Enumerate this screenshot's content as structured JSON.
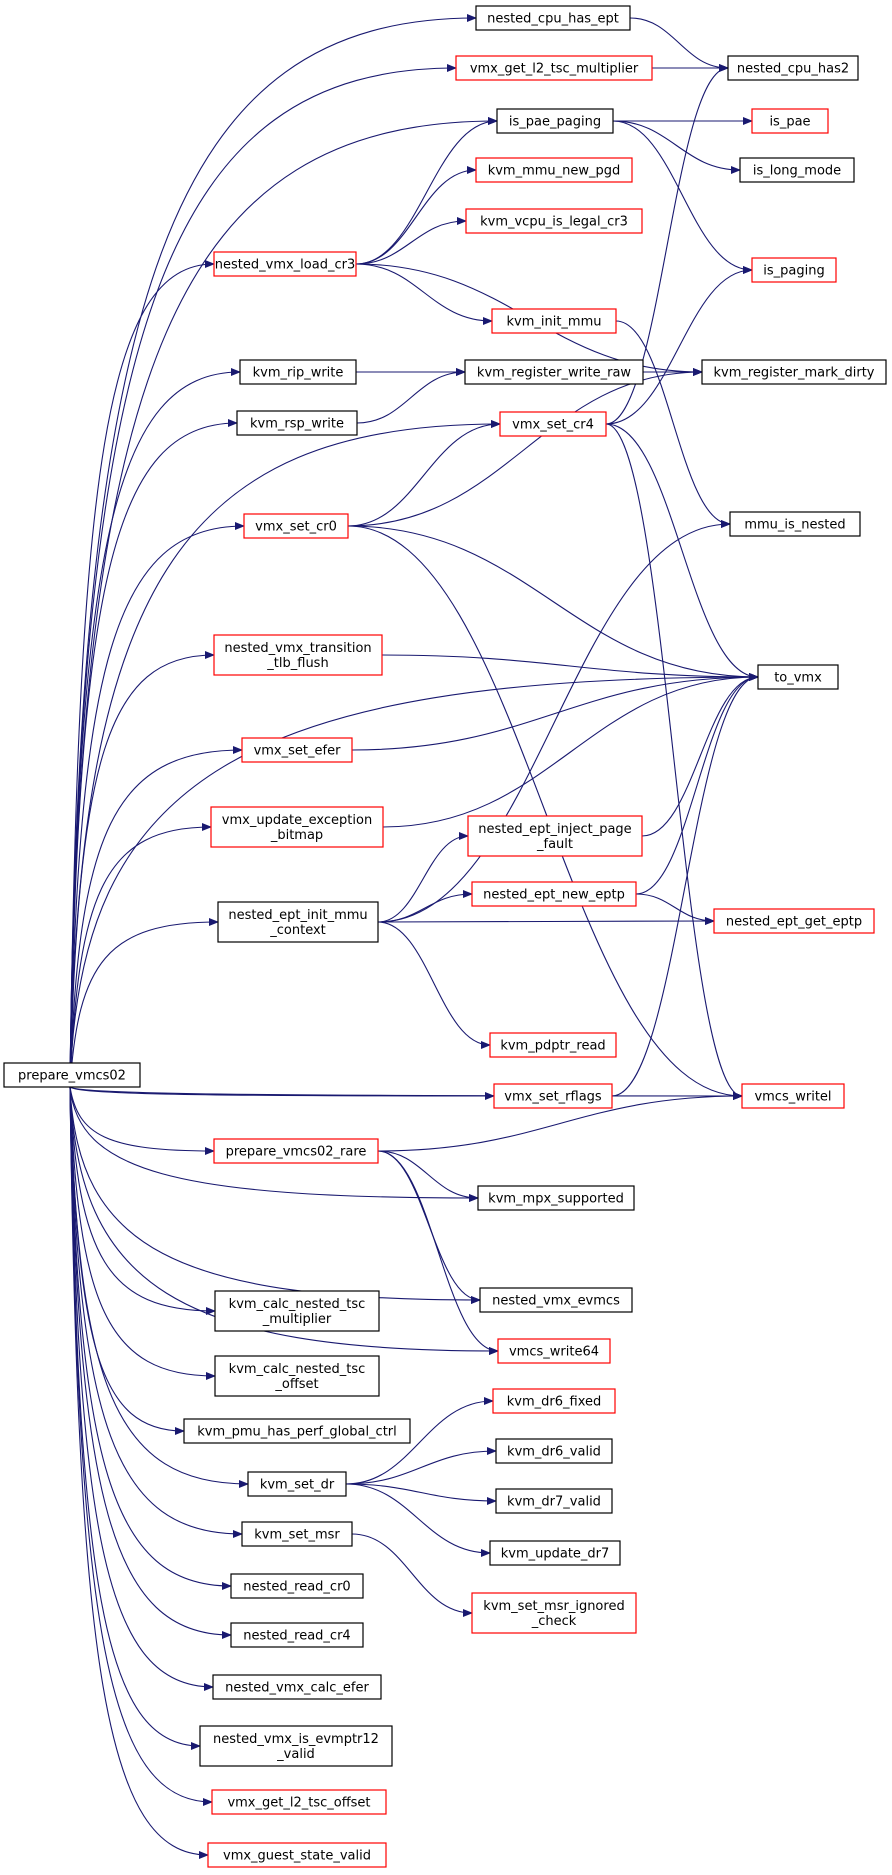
{
  "colors": {
    "edge": "#191970",
    "black_border": "#000000",
    "red_border": "#ff0000",
    "root_fill": "#bfbfbf"
  },
  "graph": {
    "root": "prepare_vmcs02",
    "nodes": [
      {
        "id": "prepare_vmcs02",
        "lines": [
          "prepare_vmcs02"
        ],
        "border": "black",
        "root": true
      },
      {
        "id": "nested_cpu_has_ept",
        "lines": [
          "nested_cpu_has_ept"
        ],
        "border": "black"
      },
      {
        "id": "vmx_get_l2_tsc_multiplier",
        "lines": [
          "vmx_get_l2_tsc_multiplier"
        ],
        "border": "red"
      },
      {
        "id": "is_pae_paging",
        "lines": [
          "is_pae_paging"
        ],
        "border": "black"
      },
      {
        "id": "kvm_mmu_new_pgd",
        "lines": [
          "kvm_mmu_new_pgd"
        ],
        "border": "red"
      },
      {
        "id": "kvm_vcpu_is_legal_cr3",
        "lines": [
          "kvm_vcpu_is_legal_cr3"
        ],
        "border": "red"
      },
      {
        "id": "nested_vmx_load_cr3",
        "lines": [
          "nested_vmx_load_cr3"
        ],
        "border": "red"
      },
      {
        "id": "kvm_init_mmu",
        "lines": [
          "kvm_init_mmu"
        ],
        "border": "red"
      },
      {
        "id": "kvm_rip_write",
        "lines": [
          "kvm_rip_write"
        ],
        "border": "black"
      },
      {
        "id": "kvm_register_write_raw",
        "lines": [
          "kvm_register_write_raw"
        ],
        "border": "black"
      },
      {
        "id": "kvm_rsp_write",
        "lines": [
          "kvm_rsp_write"
        ],
        "border": "black"
      },
      {
        "id": "vmx_set_cr4",
        "lines": [
          "vmx_set_cr4"
        ],
        "border": "red"
      },
      {
        "id": "vmx_set_cr0",
        "lines": [
          "vmx_set_cr0"
        ],
        "border": "red"
      },
      {
        "id": "nested_cpu_has2",
        "lines": [
          "nested_cpu_has2"
        ],
        "border": "black"
      },
      {
        "id": "is_pae",
        "lines": [
          "is_pae"
        ],
        "border": "red"
      },
      {
        "id": "is_long_mode",
        "lines": [
          "is_long_mode"
        ],
        "border": "black"
      },
      {
        "id": "is_paging",
        "lines": [
          "is_paging"
        ],
        "border": "red"
      },
      {
        "id": "kvm_register_mark_dirty",
        "lines": [
          "kvm_register_mark_dirty"
        ],
        "border": "black"
      },
      {
        "id": "mmu_is_nested",
        "lines": [
          "mmu_is_nested"
        ],
        "border": "black"
      },
      {
        "id": "nested_vmx_transition_tlb_flush",
        "lines": [
          "nested_vmx_transition",
          "_tlb_flush"
        ],
        "border": "red"
      },
      {
        "id": "to_vmx",
        "lines": [
          "to_vmx"
        ],
        "border": "black"
      },
      {
        "id": "vmx_set_efer",
        "lines": [
          "vmx_set_efer"
        ],
        "border": "red"
      },
      {
        "id": "vmx_update_exception_bitmap",
        "lines": [
          "vmx_update_exception",
          "_bitmap"
        ],
        "border": "red"
      },
      {
        "id": "nested_ept_inject_page_fault",
        "lines": [
          "nested_ept_inject_page",
          "_fault"
        ],
        "border": "red"
      },
      {
        "id": "nested_ept_init_mmu_context",
        "lines": [
          "nested_ept_init_mmu",
          "_context"
        ],
        "border": "black"
      },
      {
        "id": "nested_ept_new_eptp",
        "lines": [
          "nested_ept_new_eptp"
        ],
        "border": "red"
      },
      {
        "id": "nested_ept_get_eptp",
        "lines": [
          "nested_ept_get_eptp"
        ],
        "border": "red"
      },
      {
        "id": "kvm_pdptr_read",
        "lines": [
          "kvm_pdptr_read"
        ],
        "border": "red"
      },
      {
        "id": "vmx_set_rflags",
        "lines": [
          "vmx_set_rflags"
        ],
        "border": "red"
      },
      {
        "id": "vmcs_writel",
        "lines": [
          "vmcs_writel"
        ],
        "border": "red"
      },
      {
        "id": "prepare_vmcs02_rare",
        "lines": [
          "prepare_vmcs02_rare"
        ],
        "border": "red"
      },
      {
        "id": "kvm_mpx_supported",
        "lines": [
          "kvm_mpx_supported"
        ],
        "border": "black"
      },
      {
        "id": "nested_vmx_evmcs",
        "lines": [
          "nested_vmx_evmcs"
        ],
        "border": "black"
      },
      {
        "id": "kvm_calc_nested_tsc_multiplier",
        "lines": [
          "kvm_calc_nested_tsc",
          "_multiplier"
        ],
        "border": "black"
      },
      {
        "id": "vmcs_write64",
        "lines": [
          "vmcs_write64"
        ],
        "border": "red"
      },
      {
        "id": "kvm_calc_nested_tsc_offset",
        "lines": [
          "kvm_calc_nested_tsc",
          "_offset"
        ],
        "border": "black"
      },
      {
        "id": "kvm_dr6_fixed",
        "lines": [
          "kvm_dr6_fixed"
        ],
        "border": "red"
      },
      {
        "id": "kvm_pmu_has_perf_global_ctrl",
        "lines": [
          "kvm_pmu_has_perf_global_ctrl"
        ],
        "border": "black"
      },
      {
        "id": "kvm_dr6_valid",
        "lines": [
          "kvm_dr6_valid"
        ],
        "border": "black"
      },
      {
        "id": "kvm_set_dr",
        "lines": [
          "kvm_set_dr"
        ],
        "border": "black"
      },
      {
        "id": "kvm_dr7_valid",
        "lines": [
          "kvm_dr7_valid"
        ],
        "border": "black"
      },
      {
        "id": "kvm_set_msr",
        "lines": [
          "kvm_set_msr"
        ],
        "border": "black"
      },
      {
        "id": "kvm_update_dr7",
        "lines": [
          "kvm_update_dr7"
        ],
        "border": "black"
      },
      {
        "id": "kvm_set_msr_ignored_check",
        "lines": [
          "kvm_set_msr_ignored",
          "_check"
        ],
        "border": "red"
      },
      {
        "id": "nested_read_cr0",
        "lines": [
          "nested_read_cr0"
        ],
        "border": "black"
      },
      {
        "id": "nested_read_cr4",
        "lines": [
          "nested_read_cr4"
        ],
        "border": "black"
      },
      {
        "id": "nested_vmx_calc_efer",
        "lines": [
          "nested_vmx_calc_efer"
        ],
        "border": "black"
      },
      {
        "id": "nested_vmx_is_evmptr12_valid",
        "lines": [
          "nested_vmx_is_evmptr12",
          "_valid"
        ],
        "border": "black"
      },
      {
        "id": "vmx_get_l2_tsc_offset",
        "lines": [
          "vmx_get_l2_tsc_offset"
        ],
        "border": "red"
      },
      {
        "id": "vmx_guest_state_valid",
        "lines": [
          "vmx_guest_state_valid"
        ],
        "border": "red"
      }
    ],
    "edges": [
      {
        "from": "prepare_vmcs02",
        "to": "nested_cpu_has_ept"
      },
      {
        "from": "prepare_vmcs02",
        "to": "vmx_get_l2_tsc_multiplier"
      },
      {
        "from": "prepare_vmcs02",
        "to": "is_pae_paging"
      },
      {
        "from": "prepare_vmcs02",
        "to": "nested_vmx_load_cr3"
      },
      {
        "from": "prepare_vmcs02",
        "to": "kvm_rip_write"
      },
      {
        "from": "prepare_vmcs02",
        "to": "kvm_rsp_write"
      },
      {
        "from": "prepare_vmcs02",
        "to": "vmx_set_cr4"
      },
      {
        "from": "prepare_vmcs02",
        "to": "vmx_set_cr0"
      },
      {
        "from": "prepare_vmcs02",
        "to": "to_vmx"
      },
      {
        "from": "prepare_vmcs02",
        "to": "nested_vmx_transition_tlb_flush"
      },
      {
        "from": "prepare_vmcs02",
        "to": "vmx_set_efer"
      },
      {
        "from": "prepare_vmcs02",
        "to": "vmx_update_exception_bitmap"
      },
      {
        "from": "prepare_vmcs02",
        "to": "nested_ept_init_mmu_context"
      },
      {
        "from": "prepare_vmcs02",
        "to": "vmx_set_rflags"
      },
      {
        "from": "prepare_vmcs02",
        "to": "vmcs_writel"
      },
      {
        "from": "prepare_vmcs02",
        "to": "prepare_vmcs02_rare"
      },
      {
        "from": "prepare_vmcs02",
        "to": "kvm_mpx_supported"
      },
      {
        "from": "prepare_vmcs02",
        "to": "nested_vmx_evmcs"
      },
      {
        "from": "prepare_vmcs02",
        "to": "vmcs_write64"
      },
      {
        "from": "prepare_vmcs02",
        "to": "kvm_calc_nested_tsc_multiplier"
      },
      {
        "from": "prepare_vmcs02",
        "to": "kvm_calc_nested_tsc_offset"
      },
      {
        "from": "prepare_vmcs02",
        "to": "kvm_pmu_has_perf_global_ctrl"
      },
      {
        "from": "prepare_vmcs02",
        "to": "kvm_set_dr"
      },
      {
        "from": "prepare_vmcs02",
        "to": "kvm_set_msr"
      },
      {
        "from": "prepare_vmcs02",
        "to": "nested_read_cr0"
      },
      {
        "from": "prepare_vmcs02",
        "to": "nested_read_cr4"
      },
      {
        "from": "prepare_vmcs02",
        "to": "nested_vmx_calc_efer"
      },
      {
        "from": "prepare_vmcs02",
        "to": "nested_vmx_is_evmptr12_valid"
      },
      {
        "from": "prepare_vmcs02",
        "to": "vmx_get_l2_tsc_offset"
      },
      {
        "from": "prepare_vmcs02",
        "to": "vmx_guest_state_valid"
      },
      {
        "from": "nested_cpu_has_ept",
        "to": "nested_cpu_has2"
      },
      {
        "from": "vmx_get_l2_tsc_multiplier",
        "to": "nested_cpu_has2"
      },
      {
        "from": "is_pae_paging",
        "to": "is_pae"
      },
      {
        "from": "is_pae_paging",
        "to": "is_long_mode"
      },
      {
        "from": "is_pae_paging",
        "to": "is_paging"
      },
      {
        "from": "nested_vmx_load_cr3",
        "to": "is_pae_paging"
      },
      {
        "from": "nested_vmx_load_cr3",
        "to": "kvm_mmu_new_pgd"
      },
      {
        "from": "nested_vmx_load_cr3",
        "to": "kvm_vcpu_is_legal_cr3"
      },
      {
        "from": "nested_vmx_load_cr3",
        "to": "kvm_init_mmu"
      },
      {
        "from": "nested_vmx_load_cr3",
        "to": "kvm_register_mark_dirty"
      },
      {
        "from": "kvm_init_mmu",
        "to": "mmu_is_nested"
      },
      {
        "from": "kvm_rip_write",
        "to": "kvm_register_write_raw"
      },
      {
        "from": "kvm_rsp_write",
        "to": "kvm_register_write_raw"
      },
      {
        "from": "kvm_register_write_raw",
        "to": "kvm_register_mark_dirty"
      },
      {
        "from": "vmx_set_cr4",
        "to": "nested_cpu_has2"
      },
      {
        "from": "vmx_set_cr4",
        "to": "is_paging"
      },
      {
        "from": "vmx_set_cr4",
        "to": "to_vmx"
      },
      {
        "from": "vmx_set_cr4",
        "to": "vmcs_writel"
      },
      {
        "from": "vmx_set_cr0",
        "to": "vmx_set_cr4"
      },
      {
        "from": "vmx_set_cr0",
        "to": "kvm_register_mark_dirty"
      },
      {
        "from": "vmx_set_cr0",
        "to": "to_vmx"
      },
      {
        "from": "vmx_set_cr0",
        "to": "vmcs_writel"
      },
      {
        "from": "nested_vmx_transition_tlb_flush",
        "to": "to_vmx"
      },
      {
        "from": "vmx_set_efer",
        "to": "to_vmx"
      },
      {
        "from": "vmx_update_exception_bitmap",
        "to": "to_vmx"
      },
      {
        "from": "nested_ept_inject_page_fault",
        "to": "to_vmx"
      },
      {
        "from": "nested_ept_new_eptp",
        "to": "to_vmx"
      },
      {
        "from": "nested_ept_new_eptp",
        "to": "nested_ept_get_eptp"
      },
      {
        "from": "nested_ept_init_mmu_context",
        "to": "mmu_is_nested"
      },
      {
        "from": "nested_ept_init_mmu_context",
        "to": "nested_ept_inject_page_fault"
      },
      {
        "from": "nested_ept_init_mmu_context",
        "to": "nested_ept_new_eptp"
      },
      {
        "from": "nested_ept_init_mmu_context",
        "to": "nested_ept_get_eptp"
      },
      {
        "from": "nested_ept_init_mmu_context",
        "to": "kvm_pdptr_read"
      },
      {
        "from": "vmx_set_rflags",
        "to": "to_vmx"
      },
      {
        "from": "vmx_set_rflags",
        "to": "vmcs_writel"
      },
      {
        "from": "prepare_vmcs02_rare",
        "to": "kvm_mpx_supported"
      },
      {
        "from": "prepare_vmcs02_rare",
        "to": "vmcs_writel"
      },
      {
        "from": "prepare_vmcs02_rare",
        "to": "nested_vmx_evmcs"
      },
      {
        "from": "prepare_vmcs02_rare",
        "to": "vmcs_write64"
      },
      {
        "from": "kvm_set_dr",
        "to": "kvm_dr6_fixed"
      },
      {
        "from": "kvm_set_dr",
        "to": "kvm_dr6_valid"
      },
      {
        "from": "kvm_set_dr",
        "to": "kvm_dr7_valid"
      },
      {
        "from": "kvm_set_dr",
        "to": "kvm_update_dr7"
      },
      {
        "from": "kvm_set_msr",
        "to": "kvm_set_msr_ignored_check"
      }
    ]
  }
}
